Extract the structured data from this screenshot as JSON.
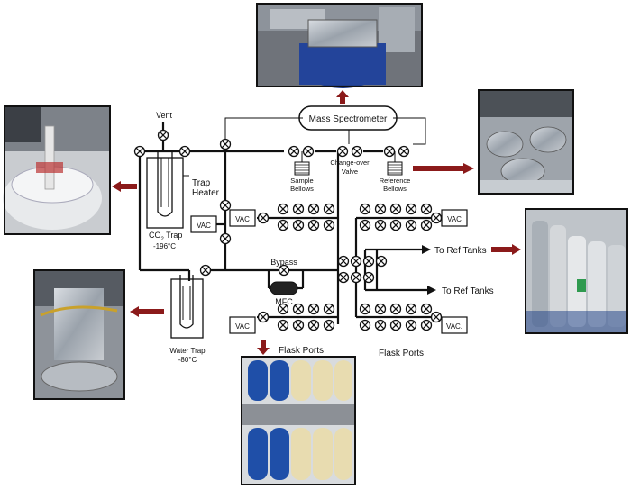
{
  "labels": {
    "mass_spectrometer": "Mass Spectrometer",
    "vent": "Vent",
    "trap_heater_1": "Trap",
    "trap_heater_2": "Heater",
    "co2_trap": "CO",
    "co2_trap_sub": "2",
    "co2_trap_suffix": " Trap",
    "co2_temp": "-196°C",
    "sample_bellows_1": "Sample",
    "sample_bellows_2": "Bellows",
    "changeover_1": "Change-over",
    "changeover_2": "Valve",
    "reference_bellows_1": "Reference",
    "reference_bellows_2": "Bellows",
    "vac_left": "VAC",
    "vac_mid": "VAC",
    "vac_right_top": "VAC",
    "vac_bottom_left": "VAC",
    "vac_bottom_right": "VAC.",
    "bypass": "Bypass",
    "mfc": "MFC",
    "to_ref_tanks_1": "To Ref Tanks",
    "to_ref_tanks_2": "To Ref Tanks",
    "flask_ports_left": "Flask Ports",
    "flask_ports_right": "Flask Ports",
    "water_trap": "Water Trap",
    "water_temp": "-80°C"
  },
  "photos": {
    "top": "mass spectrometer photo",
    "left": "CO2 trap dewar photo",
    "right_top": "reference bellows photo",
    "right_mid": "reference gas tanks photo",
    "left_bottom": "water trap photo",
    "bottom": "flask sample photo"
  },
  "colors": {
    "arrow": "#8b1a1a",
    "line": "#111111",
    "flask_blue": "#1f4fa8",
    "flask_cream": "#e8dcb0"
  }
}
